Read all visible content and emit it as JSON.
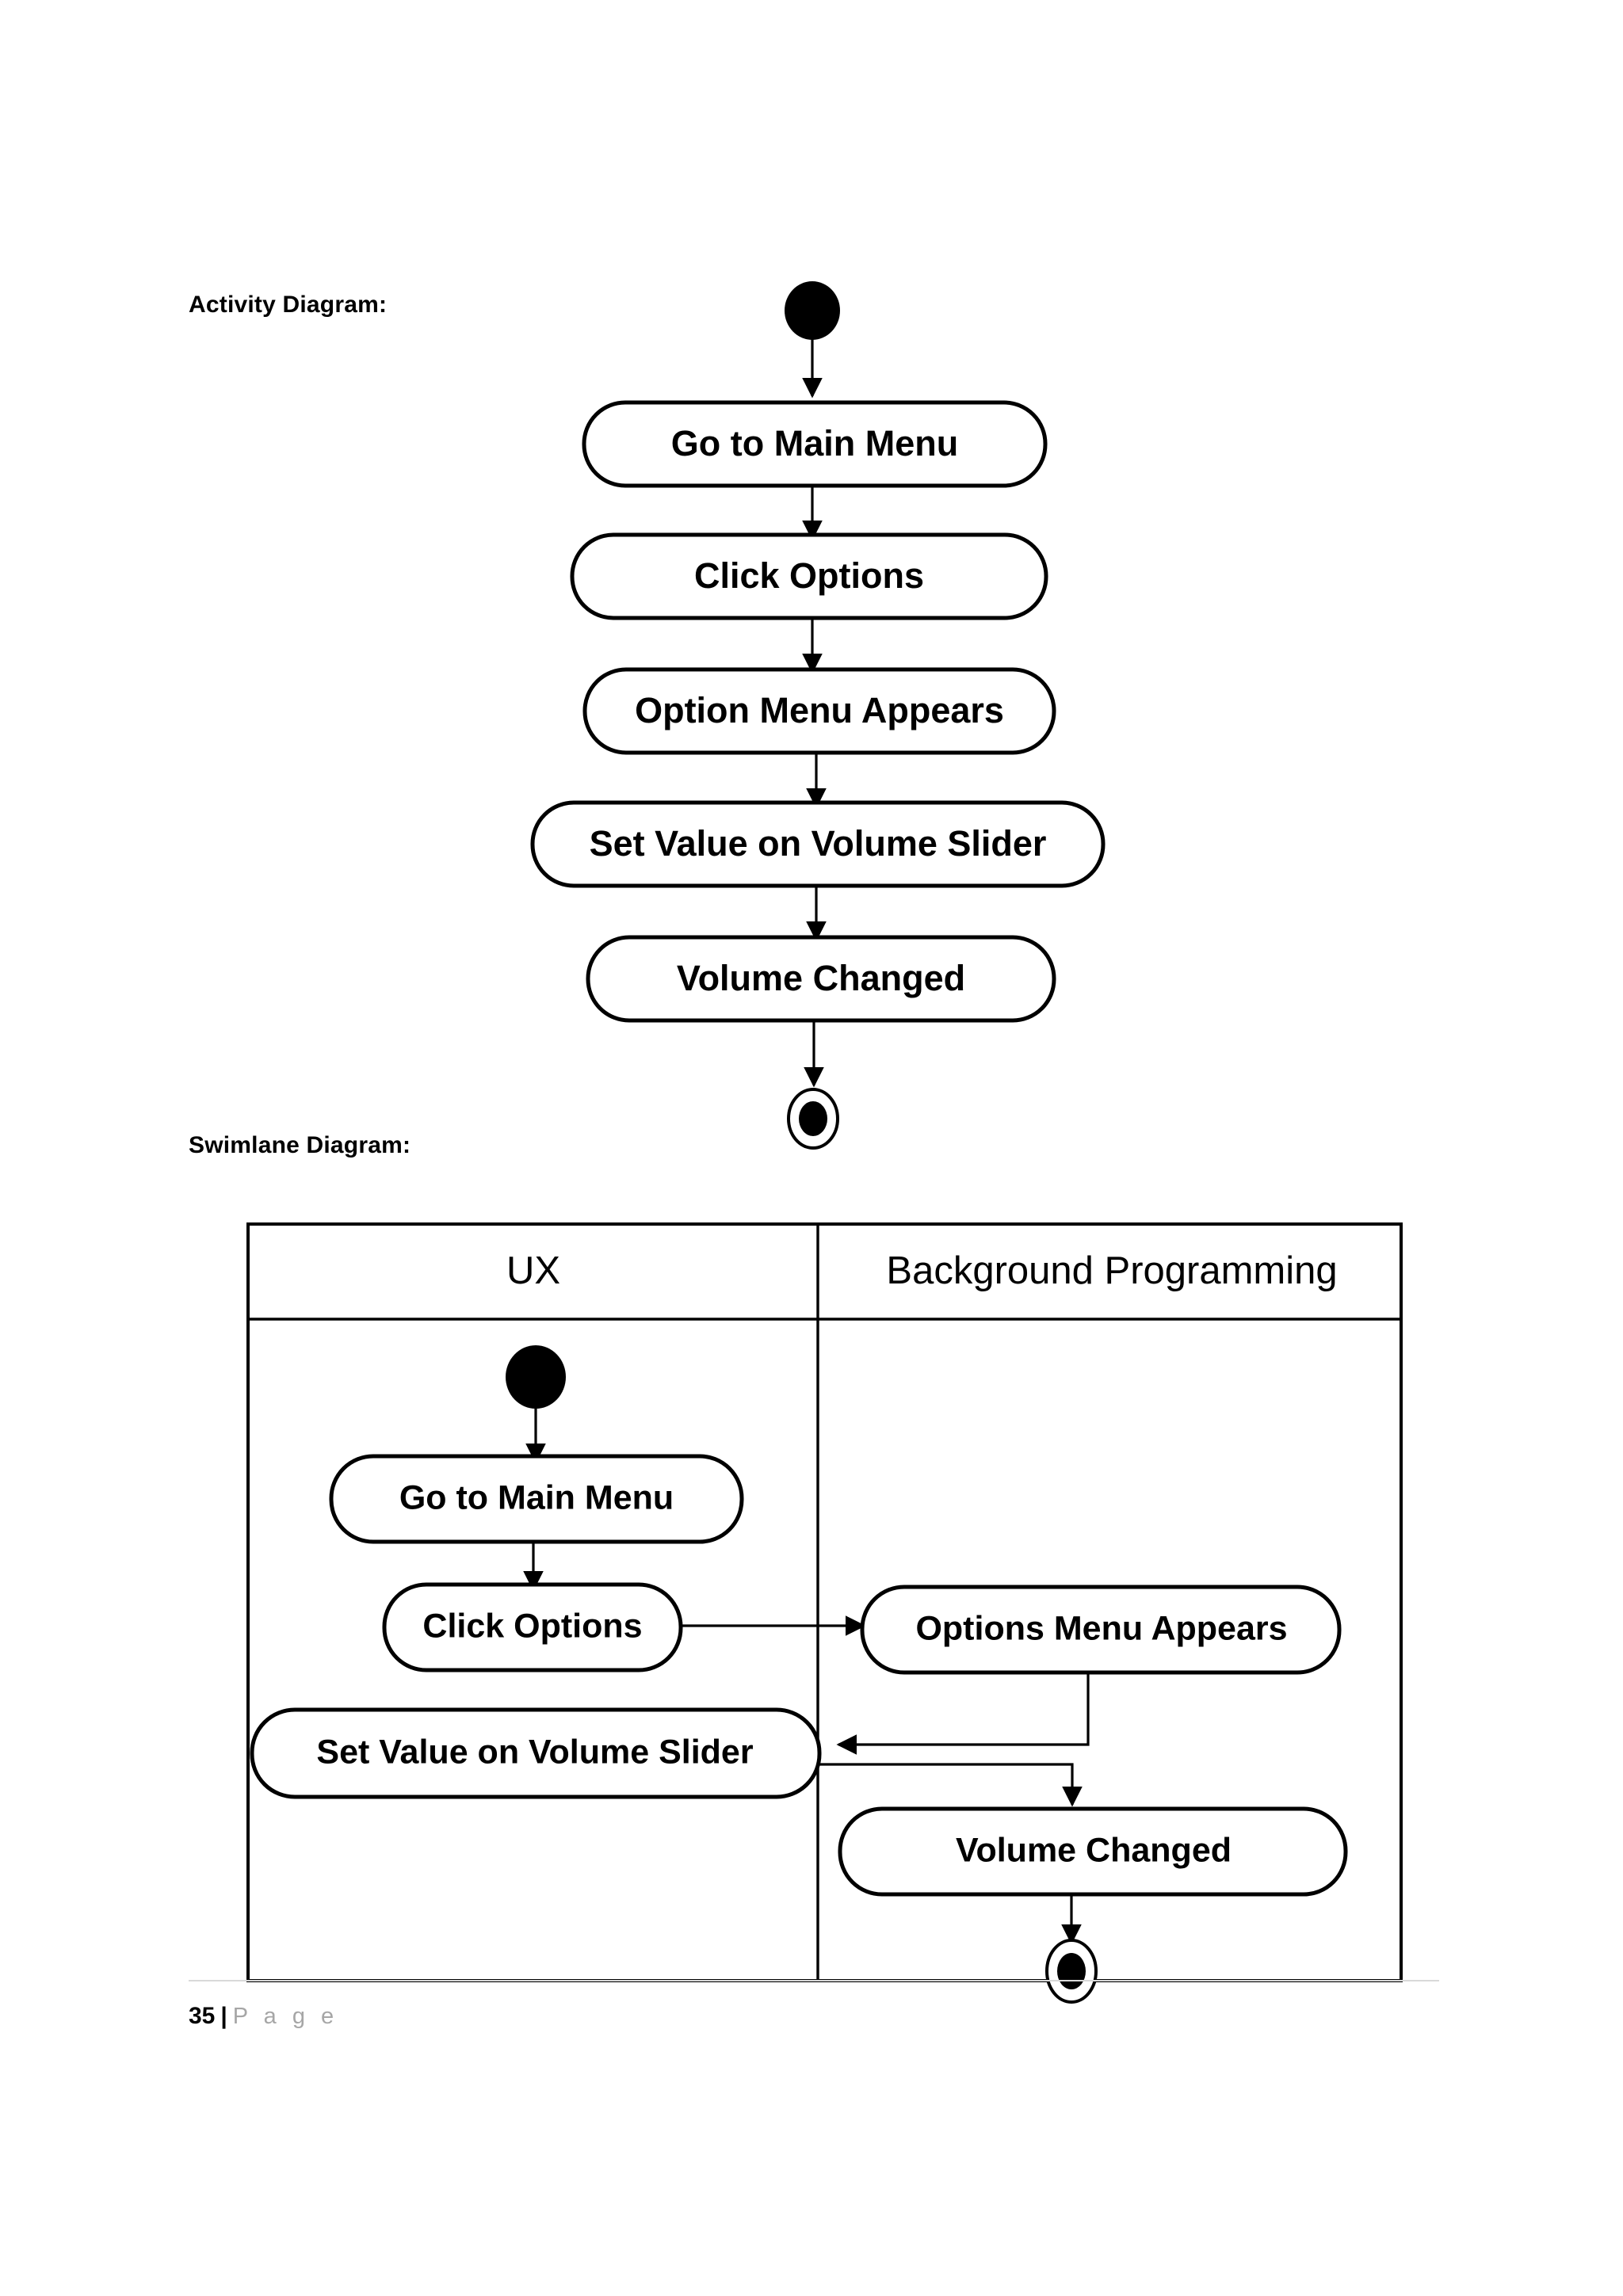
{
  "document": {
    "page_number": "35",
    "footer_separator": "|",
    "footer_page_word": "P a g e"
  },
  "activity_section": {
    "label": "Activity Diagram:",
    "nodes": [
      {
        "id": "start",
        "type": "initial-node",
        "label": ""
      },
      {
        "id": "a1",
        "type": "action",
        "label": "Go to Main Menu"
      },
      {
        "id": "a2",
        "type": "action",
        "label": "Click Options"
      },
      {
        "id": "a3",
        "type": "action",
        "label": "Option Menu Appears"
      },
      {
        "id": "a4",
        "type": "action",
        "label": "Set Value on Volume Slider"
      },
      {
        "id": "a5",
        "type": "action",
        "label": "Volume Changed"
      },
      {
        "id": "end",
        "type": "final-node",
        "label": ""
      }
    ],
    "edges": [
      {
        "from": "start",
        "to": "a1"
      },
      {
        "from": "a1",
        "to": "a2"
      },
      {
        "from": "a2",
        "to": "a3"
      },
      {
        "from": "a3",
        "to": "a4"
      },
      {
        "from": "a4",
        "to": "a5"
      },
      {
        "from": "a5",
        "to": "end"
      }
    ]
  },
  "swimlane_section": {
    "label": "Swimlane Diagram:",
    "lanes": [
      {
        "id": "ux",
        "title": "UX"
      },
      {
        "id": "bg",
        "title": "Background Programming"
      }
    ],
    "nodes": [
      {
        "id": "s-start",
        "lane": "ux",
        "type": "initial-node",
        "label": ""
      },
      {
        "id": "s1",
        "lane": "ux",
        "type": "action",
        "label": "Go to Main Menu"
      },
      {
        "id": "s2",
        "lane": "ux",
        "type": "action",
        "label": "Click Options"
      },
      {
        "id": "s3",
        "lane": "bg",
        "type": "action",
        "label": "Options Menu Appears"
      },
      {
        "id": "s4",
        "lane": "ux",
        "type": "action",
        "label": "Set Value on Volume Slider"
      },
      {
        "id": "s5",
        "lane": "bg",
        "type": "action",
        "label": "Volume Changed"
      },
      {
        "id": "s-end",
        "lane": "bg",
        "type": "final-node",
        "label": ""
      }
    ],
    "edges": [
      {
        "from": "s-start",
        "to": "s1"
      },
      {
        "from": "s1",
        "to": "s2"
      },
      {
        "from": "s2",
        "to": "s3"
      },
      {
        "from": "s3",
        "to": "s4"
      },
      {
        "from": "s4",
        "to": "s5"
      },
      {
        "from": "s5",
        "to": "s-end"
      }
    ]
  },
  "colors": {
    "ink": "#000000",
    "paper": "#ffffff",
    "footer_gray": "#a6a6a6",
    "rule_gray": "#d9d9d9"
  }
}
